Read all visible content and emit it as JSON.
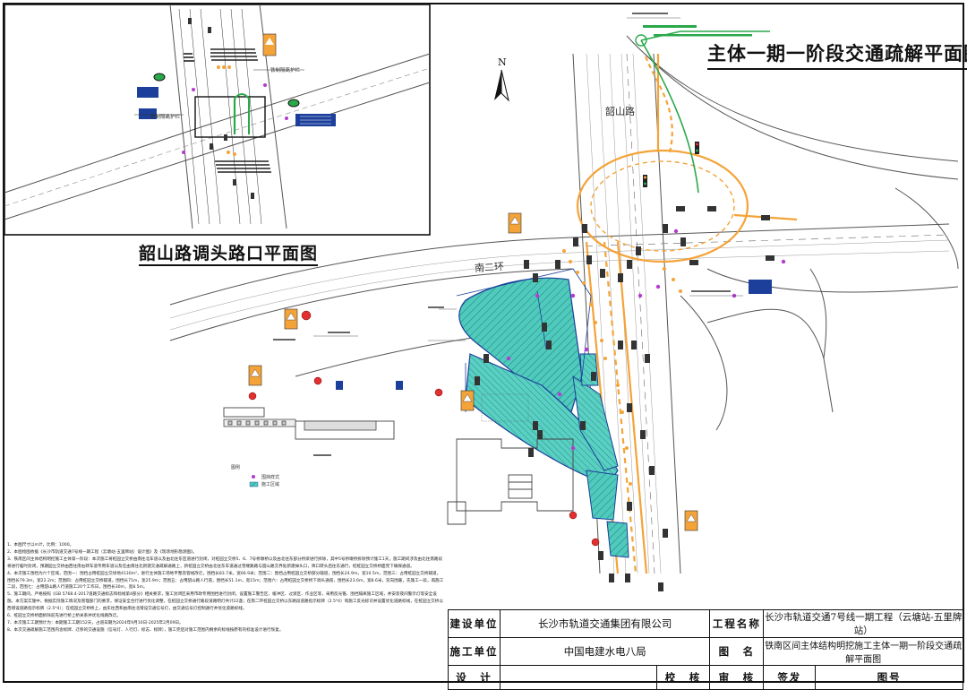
{
  "titles": {
    "main": "主体一期一阶段交通疏解平面图",
    "inset": "韶山路调头路口平面图",
    "north": "N"
  },
  "road_labels": {
    "shaoshan_road": "韶山路",
    "nan_er_huan": "南二环"
  },
  "inset_labels": {
    "guardrail_1": "铁制隔离护栏",
    "guardrail_2": "铁制隔离护栏"
  },
  "legend": {
    "title": "图例",
    "items": [
      "围挡样式",
      "施工区域"
    ]
  },
  "notes": [
    "1、本图尺寸以m计，比例：1000。",
    "2、本图绘图依据《长沙市轨道交通7号线一期工程（云塘站-五里牌站）设计图》及《现场地形勘测图》。",
    "3、铁南区间主体结构明挖施工主体第一阶段：本次施工将桩园立交桥由南往北车道以及由北往东匝道进行封闭，对桩园立交桥5、6、7号桥墩桥以及由北往东部分桥梁进行拆除，其中5号桥墩桥拆除预计施工1天，施工期间涉及由北往南路段将进行临时封闭，预期园立交桥由西往南右转车道专用车道以及在由南往北新建交通疏解通路上，新桩园立交桥由北往东车道通过雪缠路路与韶山路交界处新建掉头口，降口转头后往东通行，桩桩园立交桥桥面完下确保通道。",
    "4、本次施工围挡为六个区域，范围一：围挡占用桩园立交绿地4130m²，进行主体施工场地平整及管线改迁，围挡长83.7米，宽66.9米；范围二：围挡占用桩园立交桥部分辅道，围挡长24.9m，宽10.5m，范围三：占用桩园立交桥辅道，围挡长79.3m，宽22.2m；范围四：占用桩园立交桥辅道，围挡长71m，宽25.9m；范围五：占用韶山路人行道，围挡长51.1m，宽15m；范围六：占用桩园立交桥桥下调头通道，围挡长23.6m，宽8.6米，双向围蔽，先施工一段，再施工二段，范围七：占用韶山路人行道施工20个工作日，围挡长30m，宽8.5m。",
    "5、施工期间，严格按照《GB 5768.4-2017道路交通标志和标线第4部分》相关要求，施工封闭区采用市政专用围挡进行封闭，设置施工警告区、缓冲区、过渡区、作业区等，采用反光锥、围挡隔离施工区域，并安装夜间警示灯等安全设施。本方案实施中，根据实际施工情况及管理部门的要求，保证安全合行进行优化调整，在桩园立交桥通行路段道路明灯共计22盏；在南二环桩园立交桥以东路段道路指示标牌（2.5*4）和施工反光标识并设置优化道路标线，在桩园立交桥以西增设道路指示标牌（2.5*4）；在桩园立交桥桥上，由东往西和由南往北增设交通信号灯，由交通信号灯控制通行并优化道路标线。",
    "6、桩园立交桥桥面拆除前先进行桥上桥关系并优化线路改迁。",
    "7、本次施工工期预计为：本期施工工期152天，占道日期为2024年9月10日-2025年2月09日。",
    "8、本次交通疏解施工范围内含标牌、迁移的交通设施（信号灯、人行灯、标志、标牌），施工完后对施工范围内剩余的标线按原有的标准设计进行恢复。"
  ],
  "title_block": {
    "construction_unit_label": "建设单位",
    "construction_unit": "长沙市轨道交通集团有限公司",
    "project_name_label": "工程名称",
    "project_name": "长沙市轨道交通7号线一期工程（云塘站-五里牌站）",
    "builder_label": "施工单位",
    "builder": "中国电建水电八局",
    "drawing_name_label": "图　名",
    "drawing_name": "铁南区间主体结构明挖施工主体一期一阶段交通疏解平面图",
    "design_label": "设　计",
    "check_label": "校　核",
    "review_label": "审　核",
    "sign_label": "签发",
    "drawing_no_label": "图号"
  },
  "colors": {
    "construction_zone": "#3fc4b6",
    "detour_orange": "#f4a338",
    "road_line": "#444444",
    "sign_blue": "#1b3f9a",
    "signal_green": "#2aa84a",
    "purple_marker": "#b53bd1"
  }
}
